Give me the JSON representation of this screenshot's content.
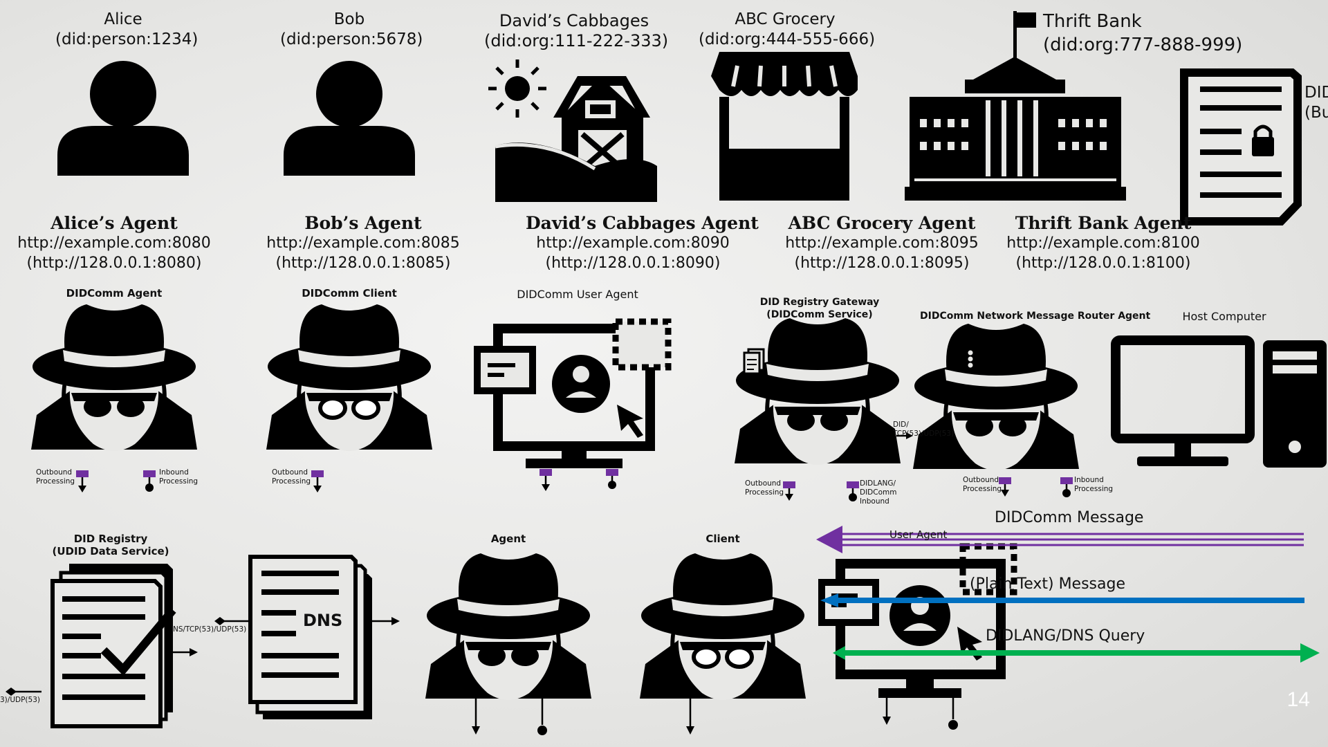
{
  "entities": [
    {
      "name": "Alice",
      "did": "(did:person:1234)"
    },
    {
      "name": "Bob",
      "did": "(did:person:5678)"
    },
    {
      "name": "David’s Cabbages",
      "did": "(did:org:111-222-333)"
    },
    {
      "name": "ABC Grocery",
      "did": "(did:org:444-555-666)"
    },
    {
      "name": "Thrift Bank",
      "did": "(did:org:777-888-999)"
    },
    {
      "name": "DID",
      "did": "(Bu"
    }
  ],
  "agents": [
    {
      "title": "Alice’s Agent",
      "url": "http://example.com:8080",
      "ip": "(http://128.0.0.1:8080)"
    },
    {
      "title": "Bob’s Agent",
      "url": "http://example.com:8085",
      "ip": "(http://128.0.0.1:8085)"
    },
    {
      "title": "David’s Cabbages Agent",
      "url": "http://example.com:8090",
      "ip": "(http://128.0.0.1:8090)"
    },
    {
      "title": "ABC Grocery Agent",
      "url": "http://example.com:8095",
      "ip": "(http://128.0.0.1:8095)"
    },
    {
      "title": "Thrift Bank Agent",
      "url": "http://example.com:8100",
      "ip": "(http://128.0.0.1:8100)"
    }
  ],
  "row3": {
    "didcomm_agent": "DIDComm Agent",
    "didcomm_client": "DIDComm Client",
    "user_agent": "DIDComm User Agent",
    "gateway_1": "DID Registry Gateway",
    "gateway_2": "(DIDComm Service)",
    "router": "DIDComm Network Message Router Agent",
    "host": "Host Computer",
    "outbound_1": "Outbound",
    "outbound_2": "Processing",
    "inbound_1": "Inbound",
    "inbound_2": "Processing",
    "did_tcp_1": "DID/",
    "did_tcp_2": "TCP(53)/UDP(53)",
    "didlang_1": "DIDLANG/",
    "didlang_2": "DIDComm",
    "didlang_3": "Inbound"
  },
  "row4": {
    "registry_1": "DID Registry",
    "registry_2": "(UDID Data Service)",
    "dns": "DNS",
    "ns_tcp": "NS/TCP(53)/UDP(53)",
    "udp_left": "3)/UDP(53)",
    "agent": "Agent",
    "client": "Client",
    "user_agent": "User Agent"
  },
  "legend": {
    "didcomm": "DIDComm Message",
    "plain": "(Plain Text) Message",
    "dns": "DIDLANG/DNS Query"
  },
  "colors": {
    "didcomm": "#7030a0",
    "plain": "#0070c0",
    "dns": "#00b050",
    "port": "#7030a0"
  },
  "page_number": "14"
}
